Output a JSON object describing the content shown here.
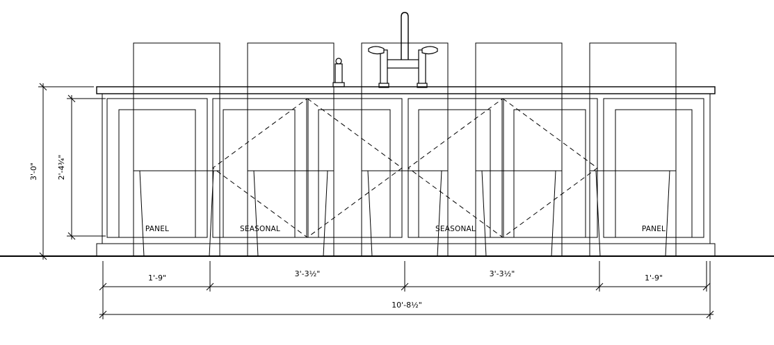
{
  "labels": {
    "panel_left": "PANEL",
    "seasonal_left": "SEASONAL",
    "seasonal_right": "SEASONAL",
    "panel_right": "PANEL"
  },
  "dimensions": {
    "overall_height": "3'-0\"",
    "base_height": "2'-4¾\"",
    "segment_1": "1'-9\"",
    "segment_2": "3'-3½\"",
    "segment_3": "3'-3½\"",
    "segment_4": "1'-9\"",
    "overall_width": "10'-8½\""
  }
}
